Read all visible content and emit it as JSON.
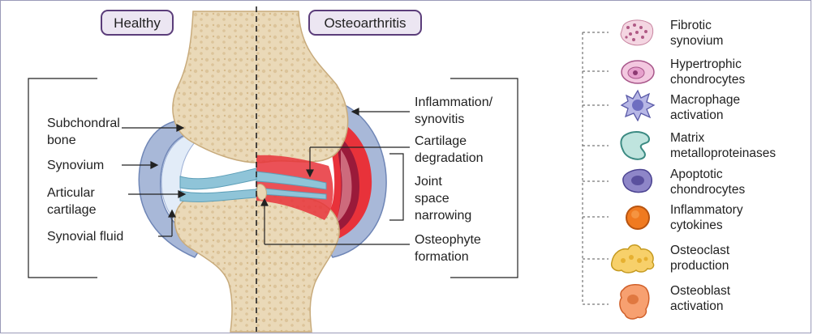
{
  "panels": {
    "healthy": "Healthy",
    "osteoarthritis": "Osteoarthritis"
  },
  "left_labels": {
    "subchondral_bone": "Subchondral\nbone",
    "synovium": "Synovium",
    "articular_cartilage": "Articular\ncartilage",
    "synovial_fluid": "Synovial fluid"
  },
  "right_labels": {
    "inflammation": "Inflammation/\nsynovitis",
    "cartilage_degradation": "Cartilage\ndegradation",
    "joint_space_narrowing": "Joint\nspace\nnarrowing",
    "osteophyte_formation": "Osteophyte\nformation"
  },
  "legend": [
    {
      "label": "Fibrotic\nsynovium",
      "icon": "fibrotic-synovium-icon"
    },
    {
      "label": "Hypertrophic\nchondrocytes",
      "icon": "hypertrophic-chondrocyte-icon"
    },
    {
      "label": "Macrophage\nactivation",
      "icon": "macrophage-icon"
    },
    {
      "label": "Matrix\nmetalloproteinases",
      "icon": "mmp-icon"
    },
    {
      "label": "Apoptotic\nchondrocytes",
      "icon": "apoptotic-chondrocyte-icon"
    },
    {
      "label": "Inflammatory\ncytokines",
      "icon": "cytokine-icon"
    },
    {
      "label": "Osteoclast\nproduction",
      "icon": "osteoclast-icon"
    },
    {
      "label": "Osteoblast\nactivation",
      "icon": "osteoblast-icon"
    }
  ],
  "colors": {
    "bone": "#e9d7b4",
    "bone_dark": "#d8bf92",
    "synovium": "#a8b8d8",
    "cartilage": "#8fc4d8",
    "inflamed": "#e8323a",
    "inflamed_dark": "#9a1a3a",
    "pill_border": "#5b3d7a",
    "pill_fill": "#ece6f2"
  }
}
